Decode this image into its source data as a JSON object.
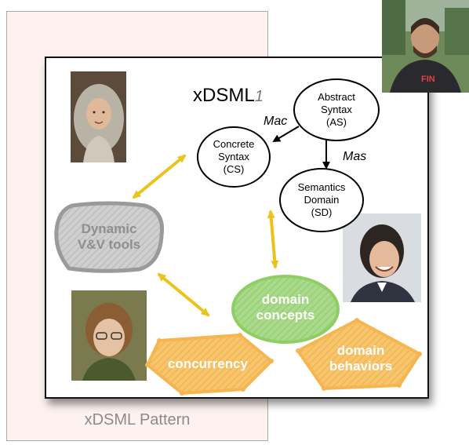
{
  "title": {
    "main": "xDSML",
    "sub": "1"
  },
  "pattern_label": "xDSML Pattern",
  "nodes": {
    "abstract_syntax": "Abstract\nSyntax\n(AS)",
    "concrete_syntax": "Concrete\nSyntax\n(CS)",
    "semantics_domain": "Semantics\nDomain\n(SD)",
    "dynamic_vv_tools": "Dynamic\nV&V tools",
    "domain_concepts": "domain\nconcepts",
    "concurrency": "concurrency",
    "domain_behaviors": "domain\nbehaviors"
  },
  "arrow_labels": {
    "mac": "Mac",
    "mas": "Mas"
  },
  "colors": {
    "yellow_arrow": "#ecc31c",
    "green": "#8fce62",
    "orange": "#f6b54f",
    "gray": "#9a9a9a",
    "panel": "#fdf2f0"
  }
}
